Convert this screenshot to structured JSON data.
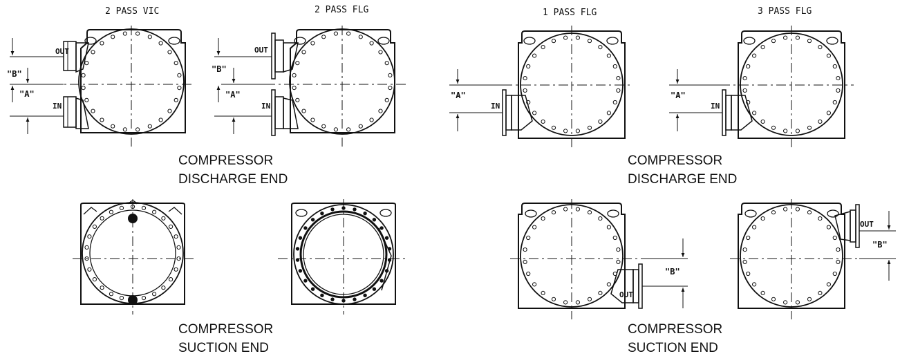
{
  "figure": {
    "discharge_views": [
      {
        "id": "dv1",
        "title": "2 PASS VIC",
        "ports": [
          "OUT",
          "IN"
        ],
        "dimensions": [
          "\"B\"",
          "\"A\""
        ],
        "nozzle": "victaulic"
      },
      {
        "id": "dv2",
        "title": "2 PASS FLG",
        "ports": [
          "OUT",
          "IN"
        ],
        "dimensions": [
          "\"B\"",
          "\"A\""
        ],
        "nozzle": "flange"
      },
      {
        "id": "dv3",
        "title": "1 PASS FLG",
        "ports": [
          "IN"
        ],
        "dimensions": [
          "\"A\""
        ],
        "nozzle": "flange"
      },
      {
        "id": "dv4",
        "title": "3 PASS FLG",
        "ports": [
          "IN"
        ],
        "dimensions": [
          "\"A\""
        ],
        "nozzle": "flange"
      }
    ],
    "suction_views": [
      {
        "id": "sv1",
        "ports": [],
        "dimensions": []
      },
      {
        "id": "sv2",
        "ports": [],
        "dimensions": []
      },
      {
        "id": "sv3",
        "ports": [
          "OUT"
        ],
        "dimensions": [
          "\"B\""
        ]
      },
      {
        "id": "sv4",
        "ports": [
          "OUT"
        ],
        "dimensions": [
          "\"B\""
        ]
      }
    ],
    "captions": [
      {
        "id": "cap1",
        "line1": "COMPRESSOR",
        "line2": "DISCHARGE END"
      },
      {
        "id": "cap2",
        "line1": "COMPRESSOR",
        "line2": "DISCHARGE END"
      },
      {
        "id": "cap3",
        "line1": "COMPRESSOR",
        "line2": "SUCTION END"
      },
      {
        "id": "cap4",
        "line1": "COMPRESSOR",
        "line2": "SUCTION END"
      }
    ],
    "colors": {
      "ink": "#111111",
      "paper": "#ffffff"
    }
  }
}
